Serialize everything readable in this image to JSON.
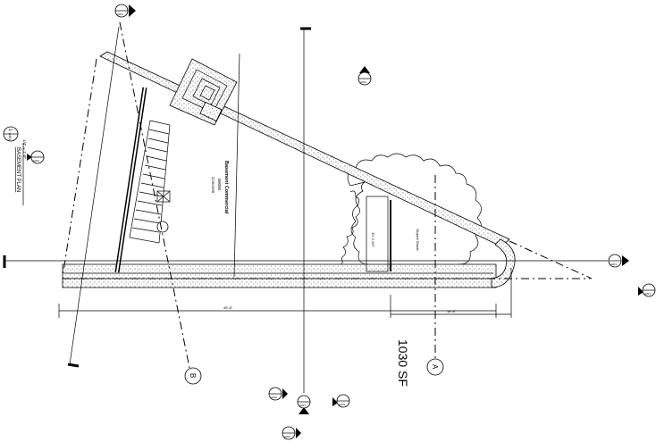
{
  "title": {
    "label": "BASEMENT PLAN",
    "scale": "1/4\" = 1'-0\"",
    "bubble_number": "1",
    "bubble_sheet": "A401"
  },
  "area_label": "1030 SF",
  "room": {
    "name": "Basement Commercial",
    "number": "B0000",
    "floor": "Concrete"
  },
  "dimensions": {
    "overall": "45'-8\"",
    "segment": "18'-8\"",
    "opening": "10'-3 1/2\""
  },
  "notes": {
    "grade": "Sloped Grade"
  },
  "grid_lines": [
    "A",
    "B"
  ],
  "section_markers": [
    "A201",
    "A201",
    "A201",
    "A201",
    "A201",
    "A201",
    "A201",
    "A201",
    "A201"
  ],
  "colors": {
    "ink": "#000000",
    "paper": "#ffffff"
  }
}
